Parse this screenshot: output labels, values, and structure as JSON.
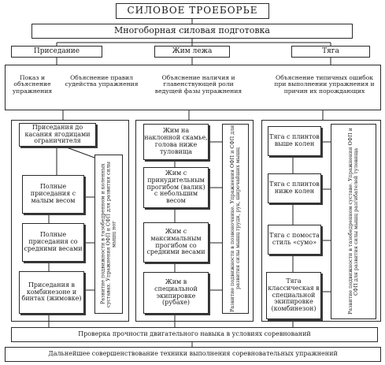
{
  "title": "СИЛОВОЕ  ТРОЕБОРЬЕ",
  "subtitle": "Многоборная силовая подготовка",
  "disciplines": [
    "Приседание",
    "Жим лежа",
    "Тяга"
  ],
  "principles": [
    "Показ и объяснение упражнения",
    "Объяснение правил судейства упражнения",
    "Объяснение наличия и главенствующей роли ведущей фазы упражнения",
    "Объяснение типичных ошибок при выполнении упражнения и причин их порождающих"
  ],
  "squat": {
    "steps": [
      "Приседания до касания ягодицами ограничителя",
      "Полные приседания с малым весом",
      "Полные приседания со средними весами",
      "Приседания в комбинезоне и бинтах (жимовке)"
    ],
    "side": "Развитие подвижности в тазобедренном и коленных суставах. Упражнения ОФП и СФП для развития силы мышц ног"
  },
  "bench": {
    "steps": [
      "Жим на наклонной скамье, голова ниже туловища",
      "Жим с принудительным прогибом (валик) с небольшим весом",
      "Жим с максимальным прогибом со средними весами",
      "Жим в специальной экипировке (рубахе)"
    ],
    "side": "Развитие подвижности в позвоночнике. Упражнения ОФП и СФП для развития силы мышц груди, рук, широчайших мышц"
  },
  "deadlift": {
    "steps": [
      "Тяга с плинтов выше колен",
      "Тяга с плинтов ниже колен",
      "Тяга с помоста стиль «сумо»",
      "Тяга классическая в специальной экипировке (комбинезон)"
    ],
    "side": "Развитие подвижности в тазобедренном суставе. Упражнения ОФП и СФП для развития силы мышц разгибателей туловища"
  },
  "check": "Проверка прочности двигательного навыка в условиях соревнований",
  "final": "Дальнейшее совершенствование техники выполнения соревновательных упражнений"
}
